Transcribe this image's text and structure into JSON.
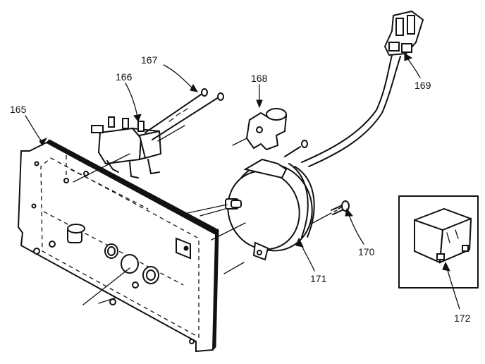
{
  "callouts": [
    {
      "id": "165",
      "label": "165"
    },
    {
      "id": "166",
      "label": "166"
    },
    {
      "id": "167",
      "label": "167"
    },
    {
      "id": "168",
      "label": "168"
    },
    {
      "id": "169",
      "label": "169"
    },
    {
      "id": "170",
      "label": "170"
    },
    {
      "id": "171",
      "label": "171"
    },
    {
      "id": "172",
      "label": "172"
    }
  ]
}
